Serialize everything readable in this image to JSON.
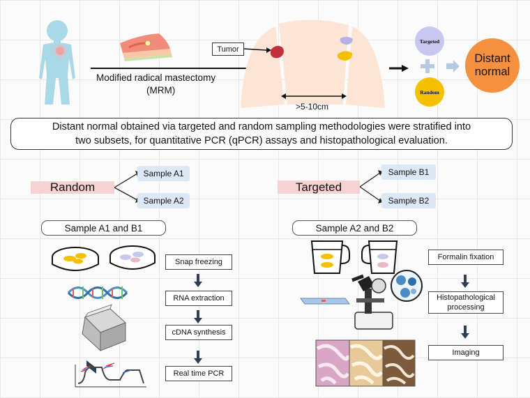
{
  "top": {
    "procedure_line1": "Modified radical mastectomy",
    "procedure_line2": "(MRM)",
    "tumor_label": "Tumor",
    "distance_label": ">5-10cm",
    "targeted_label": "Targeted",
    "random_label": "Random",
    "distant_normal_line1": "Distant",
    "distant_normal_line2": "normal"
  },
  "caption": {
    "line1": "Distant normal obtained via targeted and random sampling methodologies were stratified into",
    "line2": "two subsets, for quantitative PCR (qPCR) assays and histopathological evaluation."
  },
  "random_group": {
    "label": "Random",
    "samples": [
      "Sample A1",
      "Sample A2"
    ]
  },
  "targeted_group": {
    "label": "Targeted",
    "samples": [
      "Sample B1",
      "Sample B2"
    ]
  },
  "left_workflow": {
    "title": "Sample A1 and B1",
    "steps": [
      "Snap freezing",
      "RNA extraction",
      "cDNA synthesis",
      "Real time PCR"
    ]
  },
  "right_workflow": {
    "title": "Sample A2 and B2",
    "steps": [
      "Formalin fixation",
      "Histopathological processing",
      "Imaging"
    ]
  },
  "colors": {
    "distant_normal": "#f5913e",
    "targeted_circle": "#c7c7ef",
    "random_circle": "#f5c000",
    "tumor": "#c0303a",
    "group_label_bg": "#f6d2d2",
    "sample_box_bg": "#dde8f7"
  }
}
